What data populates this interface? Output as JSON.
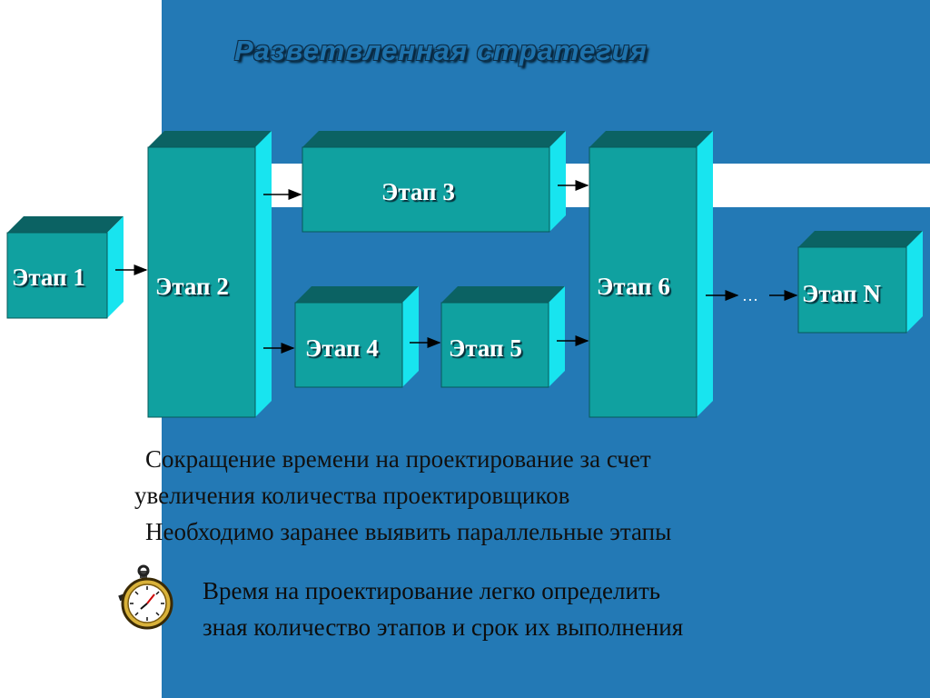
{
  "title": "Разветвленная стратегия",
  "stages": {
    "s1": "Этап 1",
    "s2": "Этап 2",
    "s3": "Этап 3",
    "s4": "Этап 4",
    "s5": "Этап 5",
    "s6": "Этап 6",
    "sn": "Этап N"
  },
  "ellipsis": "…",
  "bullets": {
    "plus_mark": "+",
    "plus_line1": "Сокращение времени на проектирование за счет",
    "plus_line2": "увеличения количества проектировщиков",
    "minus_mark": "–",
    "minus_line": "Необходимо заранее выявить параллельные этапы"
  },
  "note": {
    "line1": "Время на проектирование легко определить",
    "line2": "зная количество этапов и срок их выполнения"
  },
  "colors": {
    "panel": "#2379b5",
    "box_front": "#10a1a0",
    "box_top": "#0b6263",
    "box_side": "#18e4ef"
  },
  "icons": [
    "stopwatch-icon",
    "arrow-icon"
  ]
}
